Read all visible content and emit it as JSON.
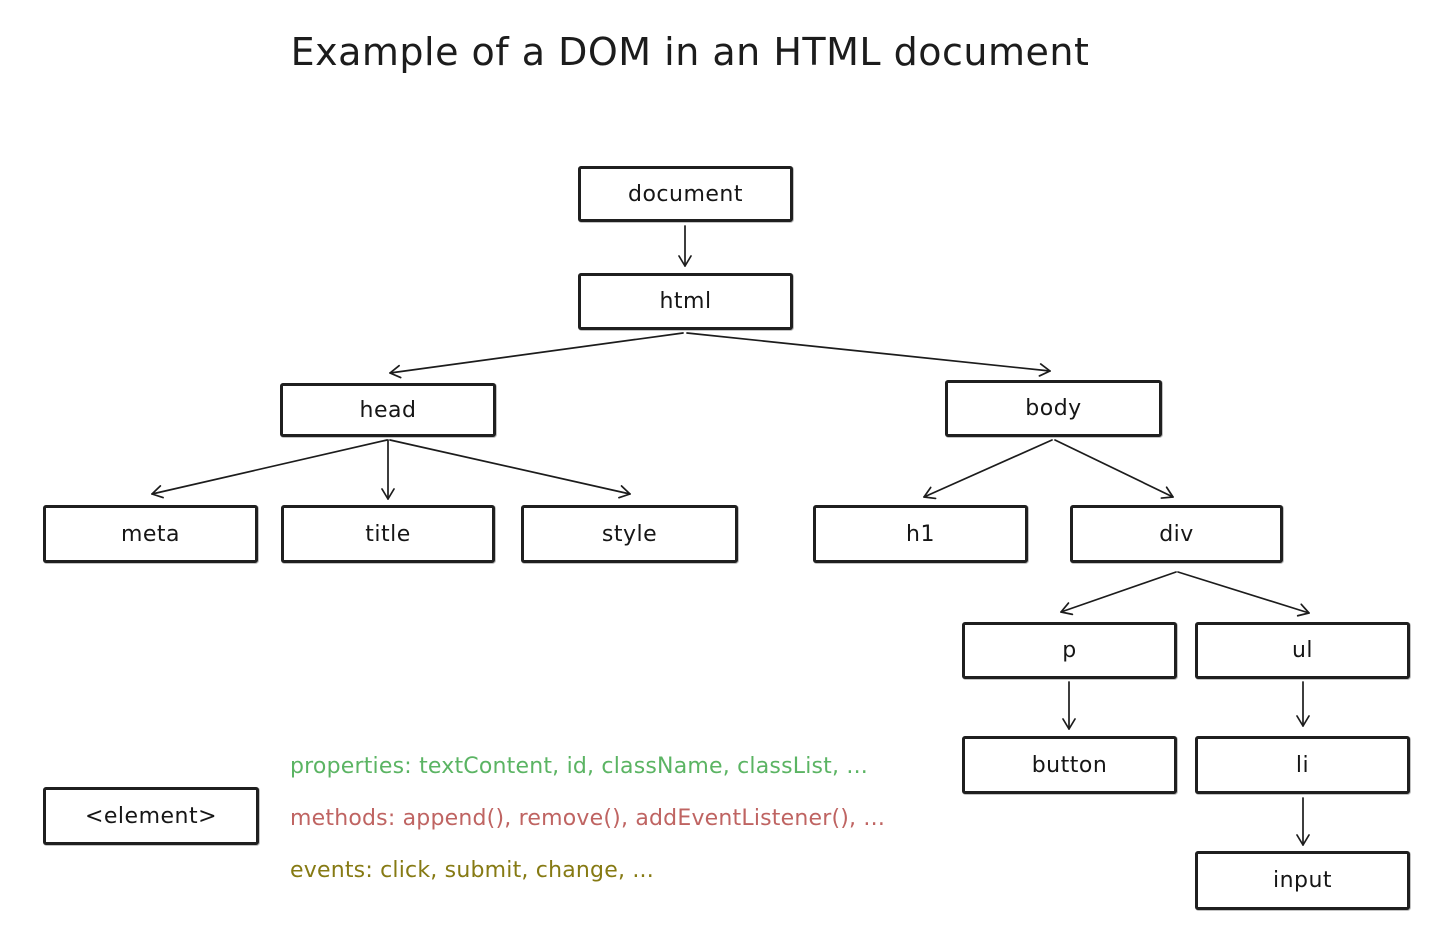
{
  "title": "Example of a DOM in an HTML document",
  "nodes": {
    "document": "document",
    "html": "html",
    "head": "head",
    "body": "body",
    "meta": "meta",
    "title": "title",
    "style": "style",
    "h1": "h1",
    "div": "div",
    "p": "p",
    "ul": "ul",
    "button": "button",
    "li": "li",
    "input": "input"
  },
  "edges": [
    [
      "document",
      "html"
    ],
    [
      "html",
      "head"
    ],
    [
      "html",
      "body"
    ],
    [
      "head",
      "meta"
    ],
    [
      "head",
      "title"
    ],
    [
      "head",
      "style"
    ],
    [
      "body",
      "h1"
    ],
    [
      "body",
      "div"
    ],
    [
      "div",
      "p"
    ],
    [
      "div",
      "ul"
    ],
    [
      "p",
      "button"
    ],
    [
      "ul",
      "li"
    ],
    [
      "li",
      "input"
    ]
  ],
  "legend": {
    "element_box": "<element>",
    "properties": {
      "text": "properties: textContent, id, className, classList, ...",
      "color": "#5bb463"
    },
    "methods": {
      "text": "methods: append(), remove(), addEventListener(), ...",
      "color": "#bf6462"
    },
    "events": {
      "text": "events: click, submit, change, ...",
      "color": "#867a13"
    }
  },
  "style": {
    "ink": "#1c1c1c",
    "background": "#ffffff"
  }
}
